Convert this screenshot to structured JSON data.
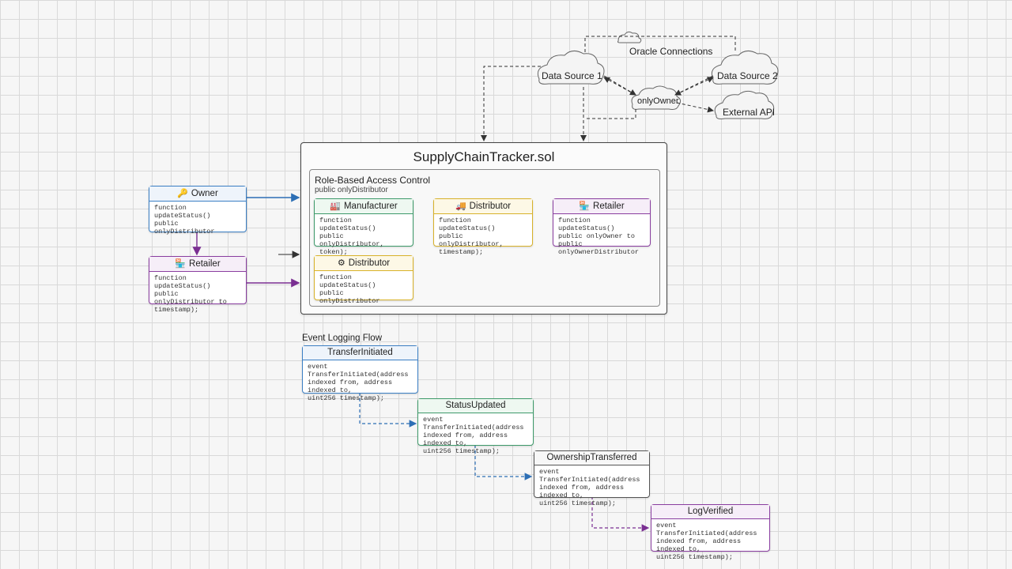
{
  "oracle": {
    "title": "Oracle Connections",
    "nodes": {
      "source1": "Data Source 1",
      "source2": "Data Source 2",
      "only_owner": "onlyOwner",
      "external_api": "External API"
    }
  },
  "contract": {
    "title": "SupplyChainTracker.sol",
    "rbac_title": "Role-Based Access Control",
    "rbac_sub": "public onlyDistributor",
    "manufacturer": {
      "label": "Manufacturer",
      "code": "function updateStatus()\npublic onlyDistributor,\ntoken);"
    },
    "distributor_top": {
      "label": "Distributor",
      "code": "function updateStatus()\npublic onlyDistributor,\ntimestamp);"
    },
    "retailer_inner": {
      "label": "Retailer",
      "code": "function updateStatus()\npublic onlyOwner to\npublic onlyOwnerDistributor"
    },
    "distributor_bottom": {
      "label": "Distributor",
      "code": "function updateStatus()\npublic onlyDistributor"
    }
  },
  "external": {
    "owner": {
      "label": "Owner",
      "code": "function updateStatus()\npublic onlyDistributor"
    },
    "retailer": {
      "label": "Retailer",
      "code": "function updateStatus()\npublic onlyDistributor to\ntimestamp);"
    }
  },
  "events": {
    "title": "Event Logging Flow",
    "items": [
      {
        "label": "TransferInitiated",
        "code": "event TransferInitiated(address\nindexed from, address indexed to,\nuint256 timestamp);"
      },
      {
        "label": "StatusUpdated",
        "code": "event TransferInitiated(address\nindexed from, address indexed to,\nuint256 timestamp);"
      },
      {
        "label": "OwnershipTransferred",
        "code": "event TransferInitiated(address\nindexed from, address indexed to,\nuint256 timestamp);"
      },
      {
        "label": "LogVerified",
        "code": "event TransferInitiated(address\nindexed from, address indexed to,\nuint256 timestamp);"
      }
    ]
  },
  "colors": {
    "green": "#3d9a6a",
    "yellow": "#d8b22a",
    "purple": "#8a3ea0",
    "blue": "#3b7fc4",
    "gray": "#555555"
  },
  "icons": {
    "owner": "key-icon",
    "manufacturer": "factory-icon",
    "distributor": "truck-icon",
    "retailer": "store-icon",
    "distributor_bottom": "gear-icon"
  }
}
